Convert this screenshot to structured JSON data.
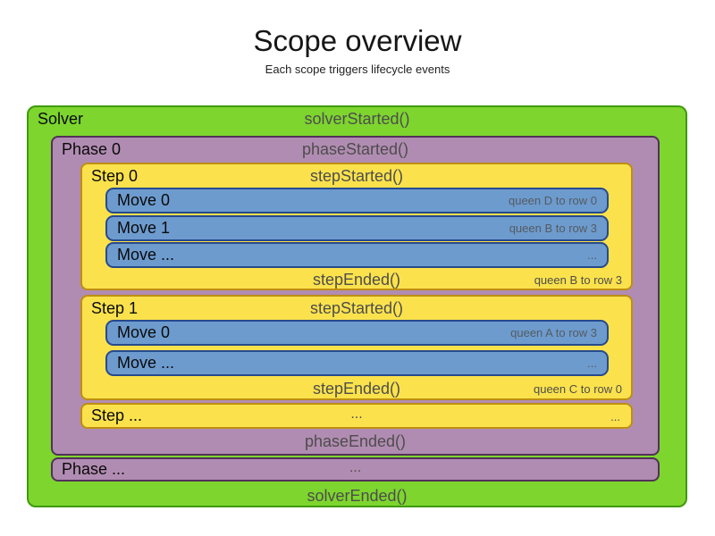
{
  "title": "Scope overview",
  "subtitle": "Each scope triggers lifecycle events",
  "colors": {
    "solver_fill": "#7dd52e",
    "solver_border": "#3f9a0a",
    "phase_fill": "#b18cb2",
    "phase_border": "#533059",
    "step_fill": "#fbe24c",
    "step_border": "#be8e12",
    "move_fill": "#6d9bce",
    "move_border": "#274a8c",
    "event_text": "#4d4d4d",
    "detail_text": "#555b60",
    "label_text": "#0a0a0a"
  },
  "solver": {
    "label": "Solver",
    "started_event": "solverStarted()",
    "ended_event": "solverEnded()",
    "phases": [
      {
        "label": "Phase 0",
        "started_event": "phaseStarted()",
        "ended_event": "phaseEnded()",
        "steps": [
          {
            "label": "Step 0",
            "started_event": "stepStarted()",
            "ended_event": "stepEnded()",
            "ended_detail": "queen B to row 3",
            "moves": [
              {
                "label": "Move 0",
                "detail": "queen D to row 0"
              },
              {
                "label": "Move 1",
                "detail": "queen B to row 3"
              },
              {
                "label": "Move ...",
                "detail": "..."
              }
            ]
          },
          {
            "label": "Step 1",
            "started_event": "stepStarted()",
            "ended_event": "stepEnded()",
            "ended_detail": "queen C to row 0",
            "moves": [
              {
                "label": "Move 0",
                "detail": "queen A to row 3"
              },
              {
                "label": "Move ...",
                "detail": "..."
              }
            ]
          }
        ],
        "more_steps_row": {
          "label": "Step ...",
          "center": "...",
          "right": "..."
        }
      }
    ],
    "more_phases_row": {
      "label": "Phase ...",
      "center": "..."
    }
  }
}
